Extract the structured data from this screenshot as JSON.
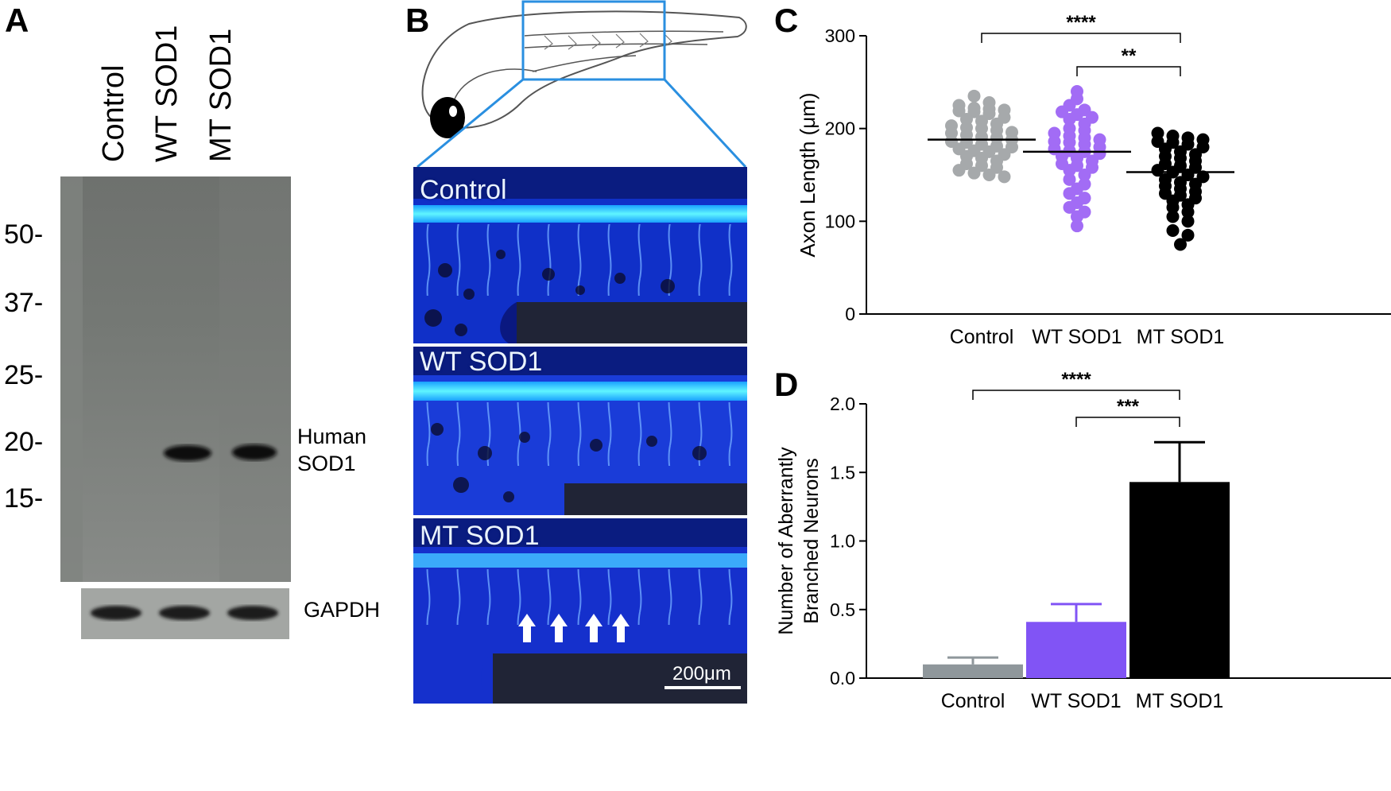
{
  "panels": {
    "A": {
      "letter": "A",
      "lanes": [
        "Control",
        "WT SOD1",
        "MT SOD1"
      ],
      "mw_markers": [
        "50-",
        "37-",
        "25-",
        "20-",
        "15-"
      ],
      "band_label_line1": "Human",
      "band_label_line2": "SOD1",
      "loading_label": "GAPDH"
    },
    "B": {
      "letter": "B",
      "image_labels": [
        "Control",
        "WT SOD1",
        "MT SOD1"
      ],
      "scale_bar": "200μm"
    },
    "C": {
      "letter": "C"
    },
    "D": {
      "letter": "D"
    }
  },
  "chart_data": [
    {
      "panel": "C",
      "type": "scatter",
      "categories": [
        "Control",
        "WT SOD1",
        "MT SOD1"
      ],
      "ylabel": "Axon Length (μm)",
      "ylim": [
        0,
        300
      ],
      "yticks": [
        0,
        100,
        200,
        300
      ],
      "colors": [
        "#a6a9ab",
        "#a26cf5",
        "#000000"
      ],
      "series": [
        {
          "values": [
            235,
            228,
            225,
            222,
            221,
            220,
            219,
            218,
            216,
            212,
            210,
            208,
            205,
            203,
            201,
            200,
            198,
            196,
            195,
            193,
            191,
            190,
            188,
            186,
            185,
            183,
            181,
            180,
            178,
            176,
            175,
            172,
            170,
            168,
            165,
            162,
            160,
            158,
            155,
            152,
            150,
            148
          ]
        },
        {
          "values": [
            240,
            232,
            225,
            220,
            218,
            215,
            212,
            210,
            205,
            200,
            198,
            195,
            192,
            190,
            188,
            186,
            185,
            183,
            180,
            178,
            176,
            175,
            173,
            170,
            168,
            165,
            162,
            160,
            158,
            155,
            150,
            145,
            140,
            135,
            130,
            125,
            120,
            115,
            110,
            105,
            95
          ]
        },
        {
          "values": [
            195,
            192,
            190,
            188,
            186,
            185,
            183,
            180,
            178,
            175,
            172,
            170,
            168,
            165,
            162,
            160,
            158,
            155,
            153,
            150,
            148,
            145,
            142,
            140,
            138,
            135,
            132,
            130,
            128,
            125,
            122,
            118,
            115,
            110,
            105,
            100,
            90,
            85,
            75
          ]
        }
      ],
      "means": [
        188,
        175,
        153
      ],
      "significance": [
        {
          "from": "Control",
          "to": "MT SOD1",
          "label": "****"
        },
        {
          "from": "WT SOD1",
          "to": "MT SOD1",
          "label": "**"
        }
      ]
    },
    {
      "panel": "D",
      "type": "bar",
      "categories": [
        "Control",
        "WT SOD1",
        "MT SOD1"
      ],
      "values": [
        0.1,
        0.41,
        1.43
      ],
      "errors": [
        0.05,
        0.13,
        0.29
      ],
      "ylabel_line1": "Number of Aberrantly",
      "ylabel_line2": "Branched Neurons",
      "ylim": [
        0,
        2.0
      ],
      "yticks": [
        "0.0",
        "0.5",
        "1.0",
        "1.5",
        "2.0"
      ],
      "colors": [
        "#8f979b",
        "#8154f5",
        "#000000"
      ],
      "significance": [
        {
          "from": "Control",
          "to": "MT SOD1",
          "label": "****"
        },
        {
          "from": "WT SOD1",
          "to": "MT SOD1",
          "label": "***"
        }
      ]
    }
  ]
}
